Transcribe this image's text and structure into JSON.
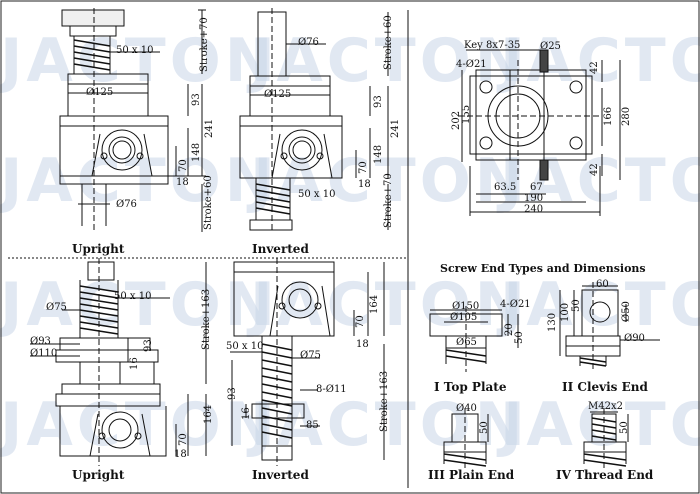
{
  "captions": {
    "upright_top": "Upright",
    "inverted_top": "Inverted",
    "upright_bottom": "Upright",
    "inverted_bottom": "Inverted",
    "screw_end_title": "Screw End Types and Dimensions",
    "top_plate": "I  Top Plate",
    "clevis_end": "II  Clevis End",
    "plain_end": "III  Plain End",
    "thread_end": "IV  Thread End"
  },
  "dims": {
    "a_screw": "50 x 10",
    "a_stroke": "Stroke+70",
    "a_d125": "Ø125",
    "a_93": "93",
    "a_241": "241",
    "a_148": "148",
    "a_70": "70",
    "a_18": "18",
    "a_stroke60": "Stroke+60",
    "a_d76": "Ø76",
    "b_stroke60": "Stroke+60",
    "b_d76": "Ø76",
    "b_d125": "Ø125",
    "b_93": "93",
    "b_241": "241",
    "b_148": "148",
    "b_70": "70",
    "b_18": "18",
    "b_screw": "50 x 10",
    "b_stroke70": "Stroke+70",
    "c_key": "Key 8x7-35",
    "c_d25": "Ø25",
    "c_hole": "4-Ø21",
    "c_202": "202",
    "c_155": "155",
    "c_166": "166",
    "c_280": "280",
    "c_42a": "42",
    "c_42b": "42",
    "c_63_5": "63.5",
    "c_67": "67",
    "c_190": "190",
    "c_240": "240",
    "d_d75": "Ø75",
    "d_screw": "50 x 10",
    "d_d93": "Ø93",
    "d_d110": "Ø110",
    "d_93": "93",
    "d_16": "16",
    "d_stroke": "Stroke+163",
    "d_164": "164",
    "d_70": "70",
    "d_18": "18",
    "e_164": "164",
    "e_70": "70",
    "e_18": "18",
    "e_screw": "50 x 10",
    "e_d75": "Ø75",
    "e_93": "93",
    "e_16": "16",
    "e_holes": "8-Ø11",
    "e_85": "85",
    "e_stroke": "Stroke+163",
    "f_d150": "Ø150",
    "f_d105": "Ø105",
    "f_hole": "4-Ø21",
    "f_20": "20",
    "f_50": "50",
    "f_d65": "Ø65",
    "g_60": "60",
    "g_50": "50",
    "g_d50": "Ø50",
    "g_130": "130",
    "g_100": "100",
    "g_d90": "Ø90",
    "h_d40": "Ø40",
    "h_50": "50",
    "i_m42": "M42x2",
    "i_50": "50"
  },
  "watermark": {
    "text": "JACTON"
  }
}
